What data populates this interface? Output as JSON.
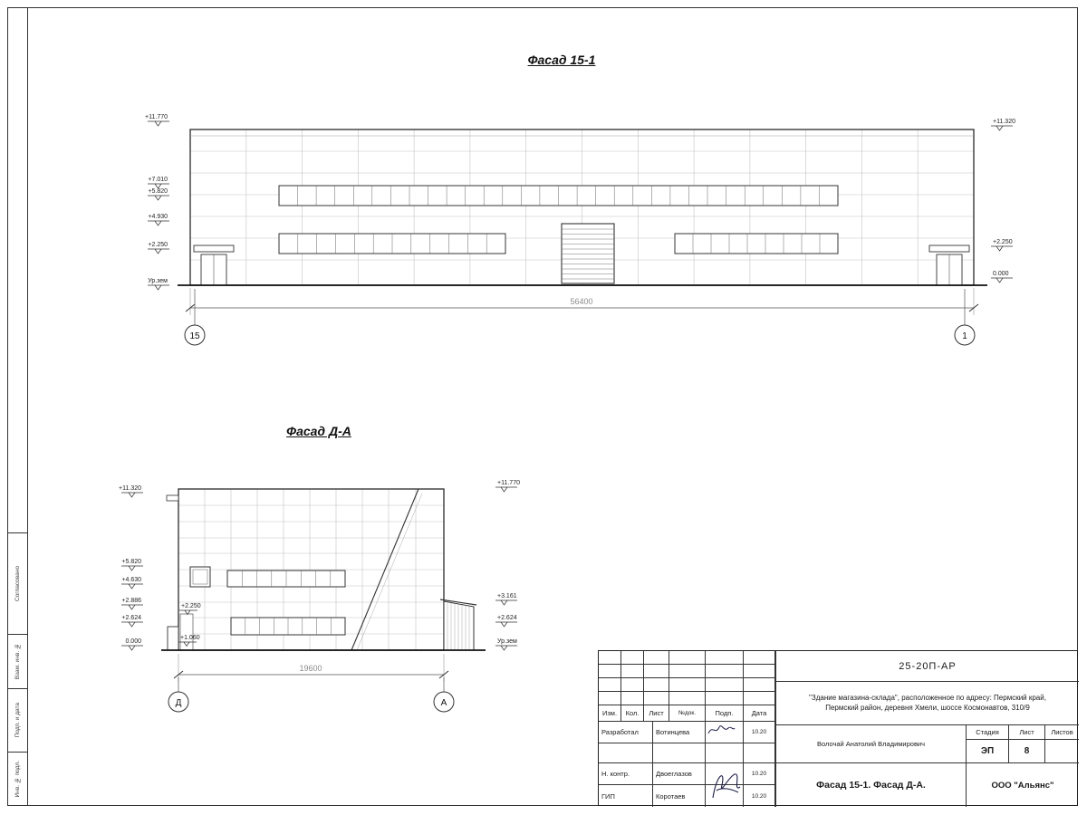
{
  "facade1": {
    "title": "Фасад 15-1",
    "dimension": "56400",
    "axis_left": "15",
    "axis_right": "1",
    "marks_left": [
      "+11.770",
      "+7.010",
      "+5.820",
      "+4.930",
      "+2.250",
      "Ур.зем"
    ],
    "marks_right": [
      "+11.320",
      "+2.250",
      "0.000"
    ]
  },
  "facade2": {
    "title": "Фасад Д-А",
    "dimension": "19600",
    "axis_left": "Д",
    "axis_right": "А",
    "marks_left": [
      "+11.320",
      "+5.820",
      "+4.630",
      "+2.886",
      "+2.624",
      "0.000"
    ],
    "marks_right": [
      "+11.770",
      "+3.161",
      "+2.624",
      "Ур.зем"
    ],
    "marks_inner": [
      "+2.250",
      "+1.060"
    ]
  },
  "titleblock": {
    "doc_code": "25-20П-АР",
    "project_line1": "\"Здание магазина-склада\", расположенное по адресу: Пермский край,",
    "project_line2": "Пермский район, деревня Хмели, шоссе Космонавтов, 310/9",
    "header_cols": [
      "Изм.",
      "Кол.",
      "Лист",
      "№док.",
      "Подп.",
      "Дата"
    ],
    "rows": [
      {
        "role": "Разработал",
        "name": "Вотинцева",
        "date": "10.20"
      },
      {
        "role": "",
        "name": "",
        "date": ""
      },
      {
        "role": "Н. контр.",
        "name": "Двоеглазов",
        "date": "10.20"
      },
      {
        "role": "ГИП",
        "name": "Коротаев",
        "date": "10.20"
      }
    ],
    "supervisor": "Волочай Анатолий Владимирович",
    "stage_label": "Стадия",
    "sheet_label": "Лист",
    "sheets_label": "Листов",
    "stage_value": "ЭП",
    "sheet_value": "8",
    "sheets_value": "",
    "drawing_title": "Фасад 15-1. Фасад Д-А.",
    "company": "ООО \"Альянс\""
  },
  "margin_labels": [
    "Согласовано",
    "Взам. инв. №",
    "Подп. и дата",
    "Инв. № подл."
  ]
}
